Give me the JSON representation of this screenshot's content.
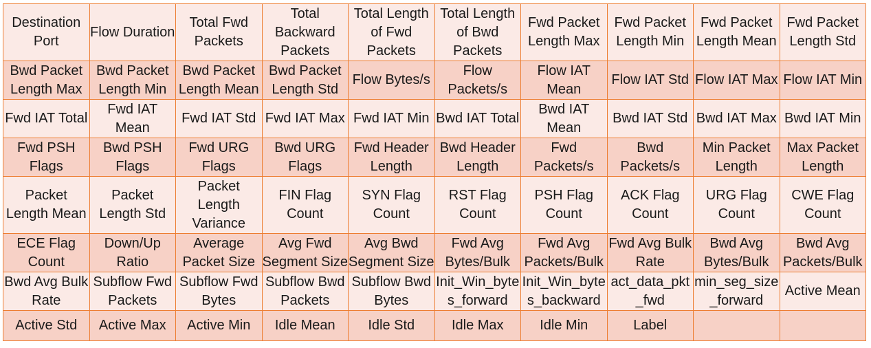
{
  "table": {
    "rows": [
      [
        "Destination Port",
        "Flow Duration",
        "Total Fwd Packets",
        "Total Backward Packets",
        "Total Length of Fwd Packets",
        "Total Length of Bwd Packets",
        "Fwd Packet Length Max",
        "Fwd Packet Length Min",
        "Fwd Packet Length Mean",
        "Fwd Packet Length Std"
      ],
      [
        "Bwd Packet Length Max",
        "Bwd Packet Length Min",
        "Bwd Packet Length Mean",
        "Bwd Packet Length Std",
        "Flow Bytes/s",
        "Flow Packets/s",
        "Flow IAT Mean",
        "Flow IAT Std",
        "Flow IAT Max",
        "Flow IAT Min"
      ],
      [
        "Fwd IAT Total",
        "Fwd IAT Mean",
        "Fwd IAT Std",
        "Fwd IAT Max",
        "Fwd IAT Min",
        "Bwd IAT Total",
        "Bwd IAT Mean",
        "Bwd IAT Std",
        "Bwd IAT Max",
        "Bwd IAT Min"
      ],
      [
        "Fwd PSH Flags",
        "Bwd PSH Flags",
        "Fwd URG Flags",
        "Bwd URG Flags",
        "Fwd Header Length",
        "Bwd Header Length",
        "Fwd Packets/s",
        "Bwd Packets/s",
        "Min Packet Length",
        "Max Packet Length"
      ],
      [
        "Packet Length Mean",
        "Packet Length Std",
        "Packet Length Variance",
        "FIN Flag Count",
        "SYN Flag Count",
        "RST Flag Count",
        "PSH Flag Count",
        "ACK Flag Count",
        "URG Flag Count",
        "CWE Flag Count"
      ],
      [
        "ECE Flag Count",
        "Down/Up Ratio",
        "Average Packet Size",
        "Avg Fwd Segment Size",
        "Avg Bwd Segment Size",
        "Fwd Avg Bytes/Bulk",
        "Fwd Avg Packets/Bulk",
        "Fwd Avg Bulk Rate",
        "Bwd Avg Bytes/Bulk",
        "Bwd Avg Packets/Bulk"
      ],
      [
        "Bwd Avg Bulk Rate",
        "Subflow Fwd Packets",
        "Subflow Fwd Bytes",
        "Subflow Bwd Packets",
        "Subflow Bwd Bytes",
        "Init_Win_bytes_forward",
        "Init_Win_bytes_backward",
        "act_data_pkt_fwd",
        "min_seg_size_forward",
        "Active Mean"
      ],
      [
        "Active Std",
        "Active Max",
        "Active Min",
        "Idle Mean",
        "Idle Std",
        "Idle Max",
        "Idle Min",
        "Label",
        "",
        ""
      ]
    ]
  },
  "colors": {
    "border": "#ED7D31",
    "row_light": "#FBEAE6",
    "row_dark": "#F7D1C6",
    "text": "#1a1a1a"
  }
}
